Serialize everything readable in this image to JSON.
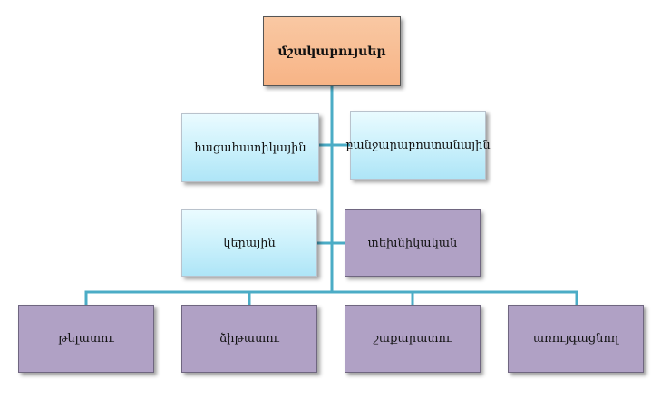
{
  "diagram": {
    "root": "մշակաբույսեր",
    "branch_left_upper": "հացահատիկային",
    "branch_right_upper": "բանջարաբոստանային",
    "branch_left_lower": "կերային",
    "branch_right_lower": "տեխնիկական",
    "leaves": [
      "թելատու",
      "ձիթատու",
      "շաքարատու",
      "առույգացնող"
    ],
    "colors": {
      "root_fill": "#f7b486",
      "light_fill": "#c9f0fb",
      "purple_fill": "#b0a1c5",
      "connector": "#4bacc6"
    }
  }
}
